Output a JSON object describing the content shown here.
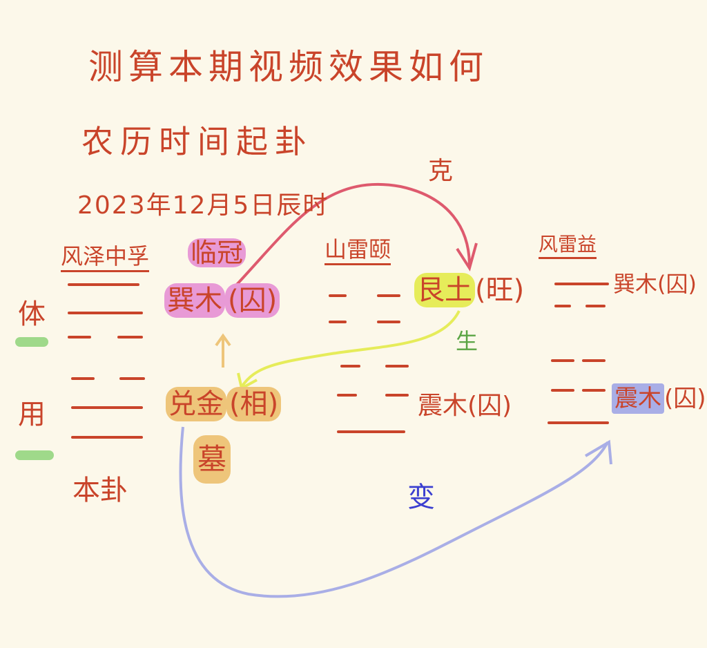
{
  "title": "测算本期视频效果如何",
  "method": "农历时间起卦",
  "date": "2023年12月5日辰时",
  "side_labels": {
    "ti": "体",
    "yong": "用"
  },
  "ben_gua_label": "本卦",
  "hexagrams": {
    "ben": {
      "name": "风泽中孚",
      "upper": "巽木",
      "upper_state": "(囚)",
      "lower": "兑金",
      "lower_state": "(相)",
      "upper_note": "临冠",
      "lower_note": "墓"
    },
    "hu": {
      "name": "山雷颐",
      "upper": "艮土",
      "upper_state": "(旺)",
      "lower": "震木",
      "lower_state": "(囚)"
    },
    "bian": {
      "name": "风雷益",
      "upper": "巽木",
      "upper_state": "(囚)",
      "lower": "震木",
      "lower_state": "(囚)"
    }
  },
  "relations": {
    "ke": "克",
    "sheng": "生",
    "bian": "变"
  },
  "colors": {
    "ink": "#c9442a",
    "pink": "#e89ad6",
    "yellow": "#e6ec5a",
    "orange": "#eec57a",
    "blue": "#a9aee6",
    "green": "#9fd98a",
    "red_arrow": "#de5a6e",
    "sheng": "#5aa544",
    "bian_text": "#3b3fd0"
  }
}
